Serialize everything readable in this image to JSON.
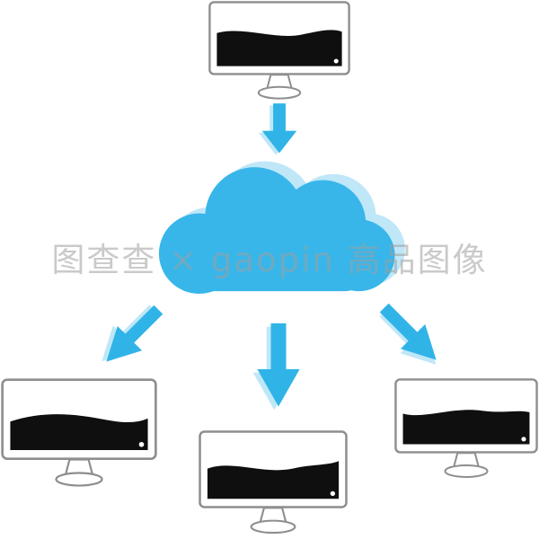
{
  "watermark": {
    "text": "图查查 × gaopin 高品图像"
  },
  "colors": {
    "arrow_blue": "#30b4e8",
    "arrow_shadow": "#bfe7f8",
    "cloud_blue": "#38b6ea",
    "cloud_shadow": "#bfe7f8",
    "frame_gray": "#8e8e8e",
    "screen_black": "#0f0f0f",
    "background": "#ffffff"
  },
  "diagram": {
    "type": "cloud-network",
    "nodes": [
      {
        "id": "source-computer"
      },
      {
        "id": "cloud"
      },
      {
        "id": "client-computer-left"
      },
      {
        "id": "client-computer-center"
      },
      {
        "id": "client-computer-right"
      }
    ],
    "edges": [
      {
        "from": "source-computer",
        "to": "cloud",
        "direction": "down"
      },
      {
        "from": "cloud",
        "to": "client-computer-left",
        "direction": "down-left"
      },
      {
        "from": "cloud",
        "to": "client-computer-center",
        "direction": "down"
      },
      {
        "from": "cloud",
        "to": "client-computer-right",
        "direction": "down-right"
      }
    ]
  }
}
